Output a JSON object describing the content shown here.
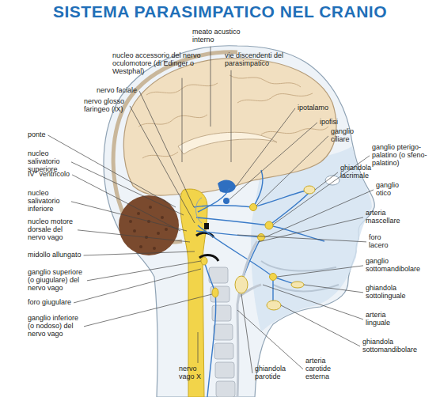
{
  "diagram": {
    "title": "SISTEMA PARASIMPATICO NEL CRANIO",
    "labels": [
      "meato acustico interno",
      "nucleo accessorio del nervo oculomotore (di Edinger o Westphal)",
      "vie discendenti del parasimpatico",
      "nervo faciale",
      "nervo glosso faringeo (IX)",
      "ipotalamo",
      "ipofisi",
      "ganglio ciliare",
      "ponte",
      "ganglio pterigo-palatino (o sfeno-palatino)",
      "nucleo salivatorio superiore",
      "ghiandola lacrimale",
      "IV° ventricolo",
      "ganglio otico",
      "nucleo salivatorio inferiore",
      "arteria mascellare",
      "nucleo motore dorsale del nervo vago",
      "foro lacero",
      "midollo allungato",
      "ganglio sottomandibolare",
      "ganglio superiore (o giugulare) del nervo vago",
      "ghiandola sottolinguale",
      "foro giugulare",
      "arteria linguale",
      "ganglio inferiore (o nodoso) del nervo vago",
      "ghiandola sottomandibolare",
      "arteria carotide esterna",
      "ghiandola parotide",
      "nervo vago X"
    ]
  }
}
